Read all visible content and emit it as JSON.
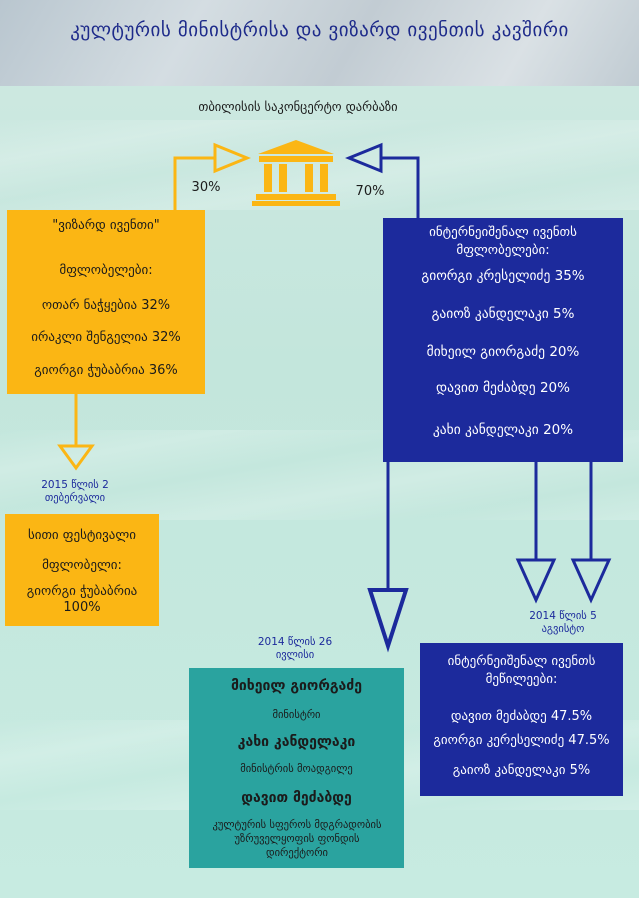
{
  "title": "კულტურის მინისტრისა და ვიზარდ ივენთის კავშირი",
  "venue": "თბილისის საკონცერტო დარბაზი",
  "left_pct": "30%",
  "right_pct": "70%",
  "wizard": {
    "name": "\"ვიზარდ ივენთი\"",
    "owners_label": "მფლობელები:",
    "owners": [
      "ოთარ ნაჭყებია 32%",
      "ირაკლი შენგელია 32%",
      "გიორგი ჭუბაბრია 36%"
    ]
  },
  "international": {
    "heading": "ინტერნეიშენალ ივენთს მფლობელები:",
    "owners": [
      "გიორგი კრესელიძე 35%",
      "გაიოზ კანდელაკი 5%",
      "მიხეილ გიორგაძე 20%",
      "დავით მეძაბდე 20%",
      "კახი კანდელაკი 20%"
    ]
  },
  "date_2015": {
    "line1": "2015 წლის 2",
    "line2": "თებერვალი"
  },
  "city_festival": {
    "name": "სითი ფესტივალი",
    "owner_label": "მფლობელი:",
    "owner": "გიორგი ჭუბაბრია 100%"
  },
  "date_july": {
    "line1": "2014 წლის 26",
    "line2": "ივლისი"
  },
  "date_august": {
    "line1": "2014 წლის 5",
    "line2": "აგვისტო"
  },
  "ministry": {
    "p1": "მიხეილ გიორგაძე",
    "r1": "მინისტრი",
    "p2": "კახი კანდელაკი",
    "r2": "მინისტრის მოადგილე",
    "p3": "დავით მეძაბდე",
    "r3": "კულტურის სფეროს მდგრადობის უზრუველყოფის ფონდის დირექტორი"
  },
  "founders": {
    "heading": "ინტერნეიშენალ ივენთს მეწილეები:",
    "owners": [
      "დავით მეძაბდე 47.5%",
      "გიორგი კერესელიძე 47.5%",
      "გაიოზ კანდელაკი 5%"
    ]
  },
  "colors": {
    "orange": "#fbb614",
    "navy": "#1c2a9c",
    "teal": "#2aa39f",
    "title": "#1d2a8a"
  }
}
